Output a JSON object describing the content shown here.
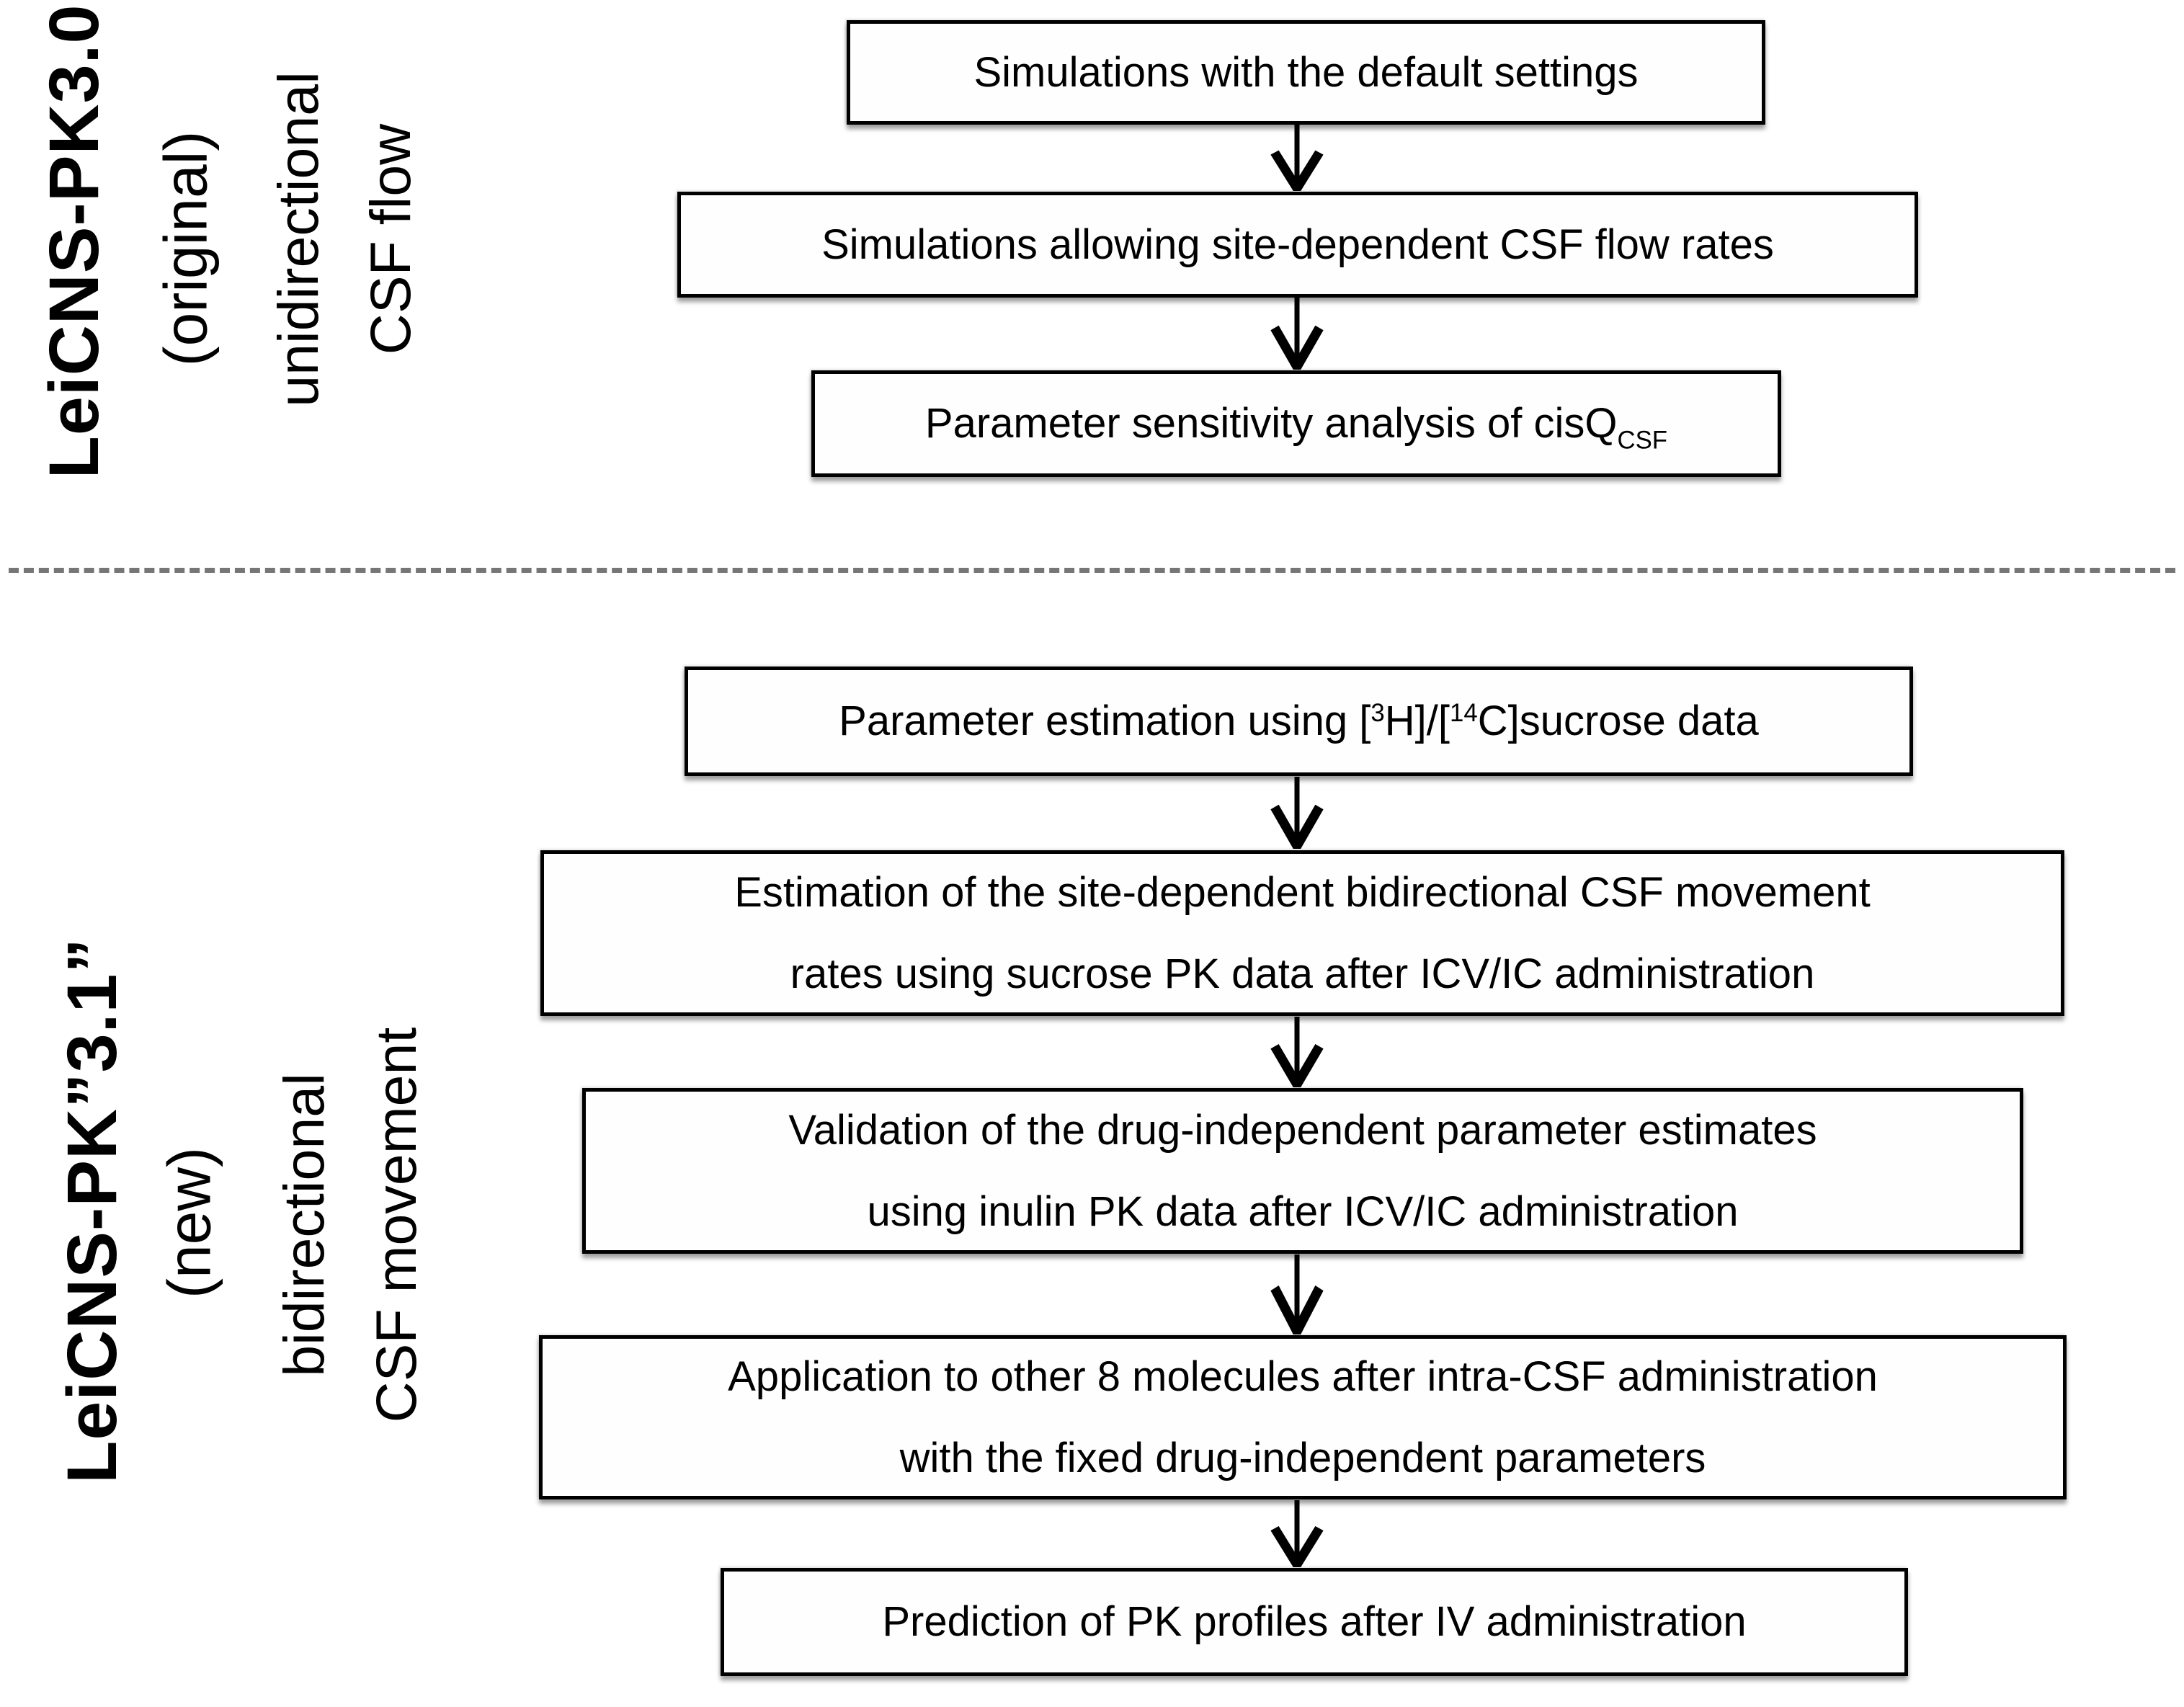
{
  "figure": {
    "background": "#ffffff",
    "box_border_color": "#000000",
    "text_color": "#000000",
    "divider_color": "#767676"
  },
  "sections": [
    {
      "title": "LeiCNS-PK3.0",
      "subtitle": "(original)",
      "flow_type_line1": "unidirectional",
      "flow_type_line2": "CSF flow",
      "boxes": [
        {
          "lines": [
            [
              {
                "t": "Simulations with the default settings"
              }
            ]
          ]
        },
        {
          "lines": [
            [
              {
                "t": "Simulations allowing site-dependent CSF flow rates"
              }
            ]
          ]
        },
        {
          "lines": [
            [
              {
                "t": "Parameter sensitivity analysis of cisQ"
              },
              {
                "t": "CSF",
                "style": "sub"
              }
            ]
          ]
        }
      ]
    },
    {
      "title": "LeiCNS-PK”3.1”",
      "subtitle": "(new)",
      "flow_type_line1": "bidirectional",
      "flow_type_line2": "CSF movement",
      "boxes": [
        {
          "lines": [
            [
              {
                "t": "Parameter estimation using ["
              },
              {
                "t": "3",
                "style": "sup"
              },
              {
                "t": "H]/["
              },
              {
                "t": "14",
                "style": "sup"
              },
              {
                "t": "C]sucrose data"
              }
            ]
          ]
        },
        {
          "lines": [
            [
              {
                "t": "Estimation of the site-dependent bidirectional CSF movement"
              }
            ],
            [
              {
                "t": "rates using sucrose PK data after ICV/IC administration"
              }
            ]
          ]
        },
        {
          "lines": [
            [
              {
                "t": "Validation of the drug-independent parameter estimates"
              }
            ],
            [
              {
                "t": "using inulin PK data after ICV/IC administration"
              }
            ]
          ]
        },
        {
          "lines": [
            [
              {
                "t": "Application to other 8 molecules after intra-CSF administration"
              }
            ],
            [
              {
                "t": "with the fixed drug-independent parameters"
              }
            ]
          ]
        },
        {
          "lines": [
            [
              {
                "t": "Prediction of PK profiles after IV administration"
              }
            ]
          ]
        }
      ]
    }
  ]
}
